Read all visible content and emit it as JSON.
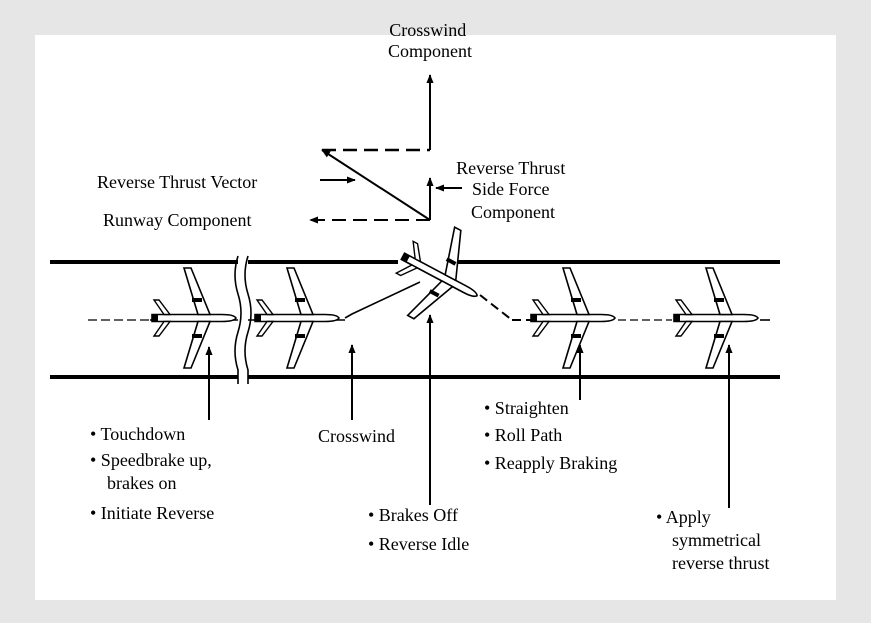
{
  "background_color": "#e6e6e6",
  "panel_color": "#ffffff",
  "vectors": {
    "crosswind_component": [
      "Crosswind",
      "Component"
    ],
    "reverse_thrust_vector": "Reverse Thrust Vector",
    "runway_component": "Runway Component",
    "side_force_component": [
      "Reverse Thrust",
      "Side Force",
      "Component"
    ]
  },
  "callouts": {
    "touchdown": [
      "• Touchdown",
      "• Speedbrake up,",
      "brakes on",
      "• Initiate Reverse"
    ],
    "crosswind": "Crosswind",
    "brakes_off": [
      "• Brakes Off",
      "• Reverse Idle"
    ],
    "straighten": [
      "• Straighten",
      "• Roll Path",
      "• Reapply Braking"
    ],
    "apply_symmetrical": [
      "• Apply",
      "symmetrical",
      "reverse thrust"
    ]
  },
  "icons": [
    "airplane-icon",
    "arrow-icon"
  ]
}
